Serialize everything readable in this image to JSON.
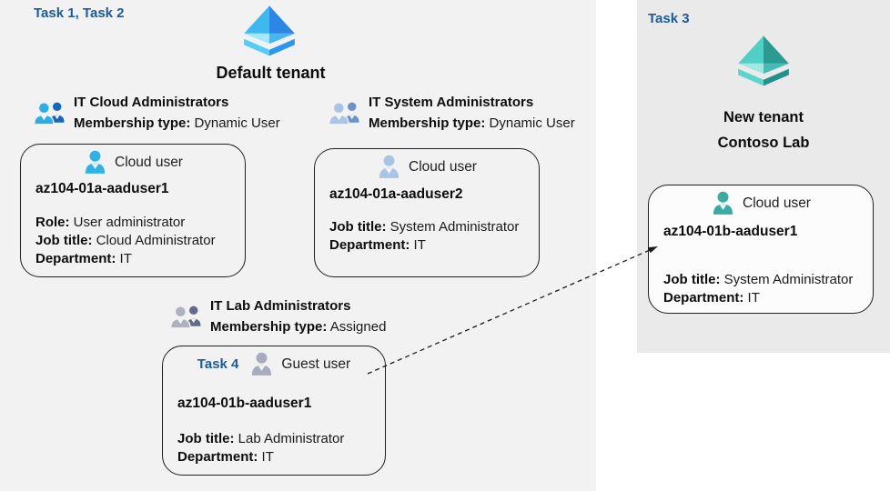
{
  "tenants": {
    "default": {
      "task_label": "Task 1, Task 2",
      "title": "Default tenant",
      "groups": [
        {
          "title": "IT Cloud Administrators",
          "membership_label": "Membership type:",
          "membership_value": "Dynamic User"
        },
        {
          "title": "IT System Administrators",
          "membership_label": "Membership type:",
          "membership_value": "Dynamic User"
        },
        {
          "title": "IT Lab Administrators",
          "membership_label": "Membership type:",
          "membership_value": "Assigned"
        }
      ],
      "cards": [
        {
          "type_label": "Cloud user",
          "name": "az104-01a-aaduser1",
          "fields": [
            {
              "label": "Role:",
              "value": "User administrator"
            },
            {
              "label": "Job title:",
              "value": "Cloud Administrator"
            },
            {
              "label": "Department:",
              "value": "IT"
            }
          ]
        },
        {
          "type_label": "Cloud user",
          "name": "az104-01a-aaduser2",
          "fields": [
            {
              "label": "Job title:",
              "value": "System Administrator"
            },
            {
              "label": "Department:",
              "value": "IT"
            }
          ]
        },
        {
          "task_label": "Task 4",
          "type_label": "Guest user",
          "name": "az104-01b-aaduser1",
          "fields": [
            {
              "label": "Job title:",
              "value": "Lab Administrator"
            },
            {
              "label": "Department:",
              "value": "IT"
            }
          ]
        }
      ]
    },
    "new": {
      "task_label": "Task 3",
      "title_line1": "New tenant",
      "title_line2": "Contoso Lab",
      "card": {
        "type_label": "Cloud user",
        "name": "az104-01b-aaduser1",
        "fields": [
          {
            "label": "Job title:",
            "value": "System Administrator"
          },
          {
            "label": "Department:",
            "value": "IT"
          }
        ]
      }
    }
  },
  "icons": {
    "default_tenant_icon": "azure-tenant-pyramid-blue",
    "new_tenant_icon": "azure-tenant-pyramid-teal",
    "group_icons": [
      "group-people-blue",
      "group-people-light-blue",
      "group-people-gray"
    ],
    "user_icons": [
      "user-blue",
      "user-light-blue",
      "user-gray",
      "user-teal"
    ],
    "arrow": "dashed-invite-arrow"
  },
  "colors": {
    "task_label": "#1b5a9e",
    "left_region_bg": "#f2f2f2",
    "right_panel_bg": "#eaeaea",
    "right_card_bg": "#fcfcfc",
    "card_border": "#1f1f1f",
    "text": "#1a1a1a",
    "user_blue": "#2fb3e7",
    "user_light_blue": "#a9c4e5",
    "user_gray": "#a7acbd",
    "user_teal": "#3aaba3",
    "pyramid_blue_dark": "#2b86e4",
    "pyramid_teal_dark": "#2b9b92"
  }
}
